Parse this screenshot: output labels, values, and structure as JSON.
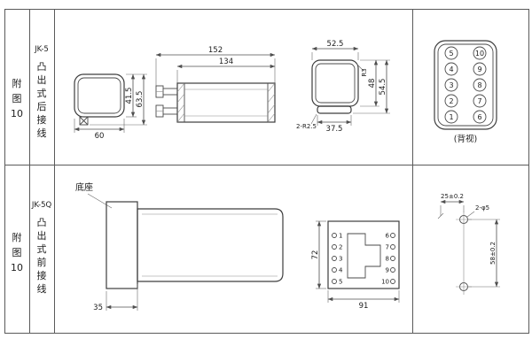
{
  "table": {
    "row1": {
      "figure": "附\n图\n10",
      "model": "JK-5",
      "mount": "凸\n出\n式\n后\n接\n线"
    },
    "row2": {
      "figure": "附\n图\n10",
      "model": "JK-5Q",
      "mount": "凸\n出\n式\n前\n接\n线"
    }
  },
  "front_view": {
    "width": "60",
    "inner_height": "41.5",
    "total_height": "63.5"
  },
  "side_view": {
    "total_length": "152",
    "body_length": "134"
  },
  "rear_outline": {
    "width": "52.5",
    "radius": "R3",
    "body_height": "48",
    "total_height": "54.5",
    "corner_note": "2-R2.5",
    "flange_width": "37.5"
  },
  "terminal_block": {
    "left": [
      "5",
      "4",
      "3",
      "2",
      "1"
    ],
    "right": [
      "10",
      "9",
      "8",
      "7",
      "6"
    ],
    "caption": "(背视)"
  },
  "base_view": {
    "label": "底座",
    "flange_depth": "35"
  },
  "panel_view": {
    "height": "72",
    "width": "91",
    "left_pins": [
      "1",
      "2",
      "3",
      "4",
      "5"
    ],
    "right_pins": [
      "6",
      "7",
      "8",
      "9",
      "10"
    ]
  },
  "drill_view": {
    "hole_spacing": "25±0.2",
    "holes": "2-φ5",
    "vertical_spacing": "58±0.2"
  }
}
